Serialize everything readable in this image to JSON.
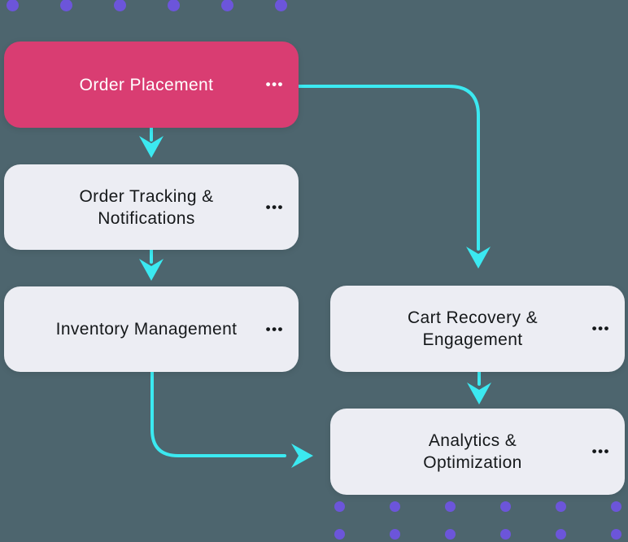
{
  "app": {
    "view": "ecommerce-order-flowchart"
  },
  "colors": {
    "background": "#4D656E",
    "accent_node": "#D93D72",
    "light_node": "#ECEDF3",
    "arrow": "#3BE9F1",
    "dot": "#6C55DA",
    "accent_text": "#FFFFFF",
    "dark_text": "#15181A"
  },
  "diagram": {
    "nodes": [
      {
        "id": "order-placement",
        "label": "Order Placement",
        "line1": "Order Placement",
        "line2": "",
        "menu": "•••",
        "variant": "accent"
      },
      {
        "id": "order-tracking",
        "label": "Order Tracking & Notifications",
        "line1": "Order Tracking &",
        "line2": "Notifications",
        "menu": "•••",
        "variant": "light"
      },
      {
        "id": "inventory",
        "label": "Inventory Management",
        "line1": "Inventory Management",
        "line2": "",
        "menu": "•••",
        "variant": "light"
      },
      {
        "id": "cart-recovery",
        "label": "Cart Recovery & Engagement",
        "line1": "Cart Recovery &",
        "line2": "Engagement",
        "menu": "•••",
        "variant": "light"
      },
      {
        "id": "analytics",
        "label": "Analytics & Optimization",
        "line1": "Analytics &",
        "line2": "Optimization",
        "menu": "•••",
        "variant": "light"
      }
    ],
    "edges": [
      {
        "from": "Order Placement",
        "to": "Order Tracking & Notifications"
      },
      {
        "from": "Order Tracking & Notifications",
        "to": "Inventory Management"
      },
      {
        "from": "Order Placement",
        "to": "Cart Recovery & Engagement"
      },
      {
        "from": "Inventory Management",
        "to": "Analytics & Optimization"
      },
      {
        "from": "Cart Recovery & Engagement",
        "to": "Analytics & Optimization"
      }
    ]
  },
  "decor": {
    "top_dot_count": 6,
    "bottom_dot_columns": 6,
    "bottom_dot_rows": 2
  }
}
